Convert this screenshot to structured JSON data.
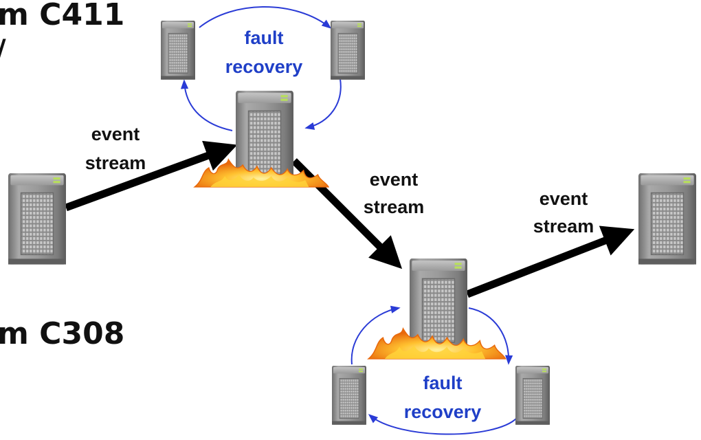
{
  "slide": {
    "room_top": "m C411",
    "room_top_sub": "/",
    "room_bottom": "m C308"
  },
  "labels": {
    "event_stream_1": [
      "event",
      "stream"
    ],
    "event_stream_2": [
      "event",
      "stream"
    ],
    "event_stream_3": [
      "event",
      "stream"
    ],
    "fault_recovery_top": [
      "fault",
      "recovery"
    ],
    "fault_recovery_bottom": [
      "fault",
      "recovery"
    ]
  },
  "colors": {
    "stream_arrow": "#000000",
    "recovery_arrow": "#2a3bd6",
    "recovery_text": "#1f3fc7",
    "fire_outer": "#f08a14",
    "fire_inner": "#ffd23a",
    "server_body": "#8c8c8c",
    "server_led": "#b8e05a"
  },
  "icons": {
    "server": "server-tower-icon",
    "fire": "fire-icon"
  }
}
